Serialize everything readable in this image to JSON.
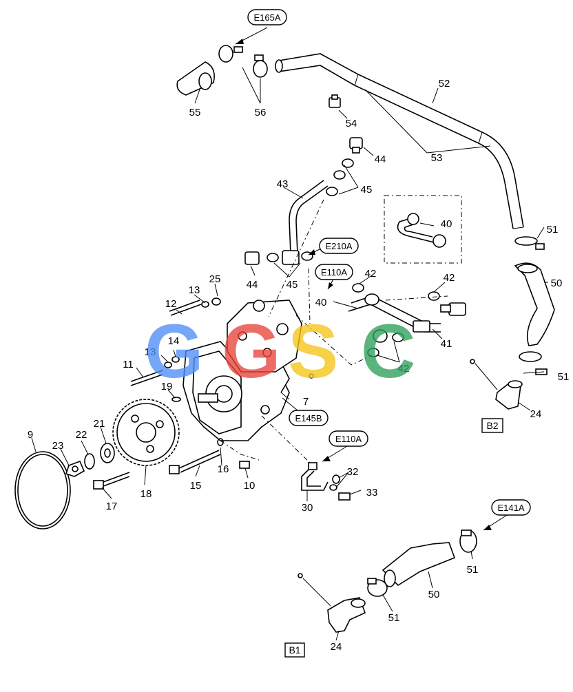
{
  "diagram": {
    "reference_codes": [
      "E165A",
      "E210A",
      "E110A",
      "E110A",
      "E145B",
      "E141A"
    ],
    "section_codes": [
      "B2",
      "B1"
    ],
    "part_numbers": [
      "55",
      "56",
      "52",
      "54",
      "53",
      "44",
      "45",
      "43",
      "40",
      "51",
      "44",
      "45",
      "42",
      "42",
      "40",
      "41",
      "42",
      "50",
      "25",
      "13",
      "12",
      "14",
      "13",
      "11",
      "19",
      "7",
      "51",
      "24",
      "9",
      "22",
      "21",
      "23",
      "18",
      "15",
      "16",
      "10",
      "17",
      "32",
      "33",
      "30",
      "51",
      "50",
      "51",
      "24"
    ],
    "watermark_text": "GGSC",
    "watermark_colors": [
      "#4f8ef7",
      "#e8453c",
      "#f5c518",
      "#2e9e5b"
    ]
  }
}
